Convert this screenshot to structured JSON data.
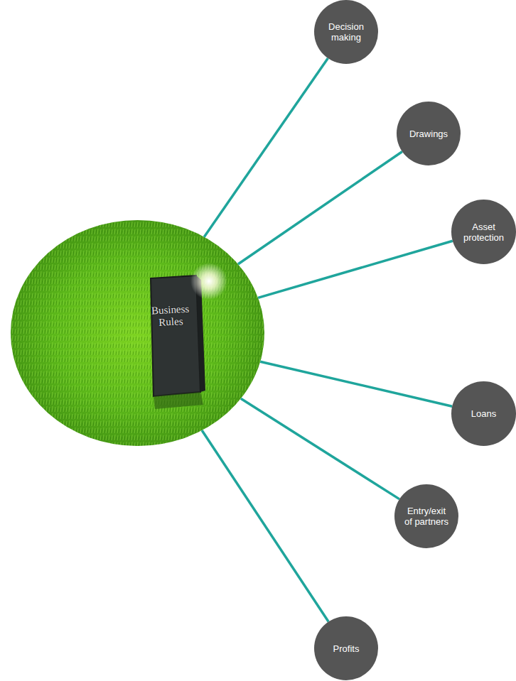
{
  "diagram": {
    "nodes": [
      {
        "text": [
          "Business Rules"
        ]
      },
      {
        "text": [
          "Decision making"
        ]
      },
      {
        "text": [
          "Drawings"
        ]
      },
      {
        "text": [
          "Asset protection"
        ]
      },
      {
        "text": [
          "Loans"
        ]
      },
      {
        "text": [
          "Entry/exit of partners"
        ]
      },
      {
        "text": [
          "Profits"
        ]
      }
    ],
    "edges": [
      {
        "from": 0,
        "to": 1,
        "arrow": "none"
      },
      {
        "from": 0,
        "to": 2,
        "arrow": "none"
      },
      {
        "from": 0,
        "to": 3,
        "arrow": "none"
      },
      {
        "from": 0,
        "to": 4,
        "arrow": "none"
      },
      {
        "from": 0,
        "to": 5,
        "arrow": "none"
      },
      {
        "from": 0,
        "to": 6,
        "arrow": "none"
      }
    ]
  }
}
